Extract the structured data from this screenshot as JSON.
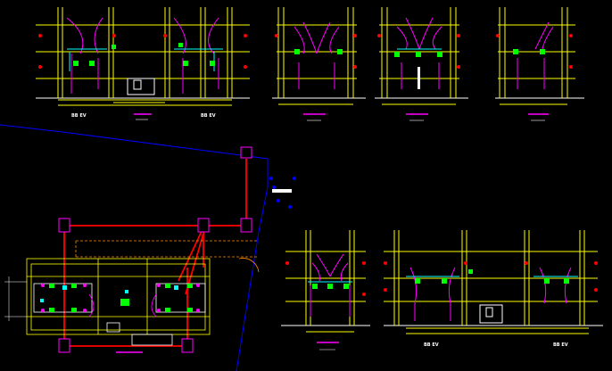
{
  "drawing": {
    "background": "#000000",
    "colors": {
      "yellow": "#ffff00",
      "red": "#ff0000",
      "magenta": "#ff00ff",
      "green": "#00ff00",
      "cyan": "#00ffff",
      "white": "#ffffff",
      "blue": "#0000ff",
      "purple": "#8800ff",
      "orange": "#ff8800"
    },
    "labels": {
      "elev_a_left": "BB EV",
      "elev_a_right": "BB EV",
      "elev_b_left": "BB EV",
      "elev_b_right": "BB EV"
    }
  }
}
